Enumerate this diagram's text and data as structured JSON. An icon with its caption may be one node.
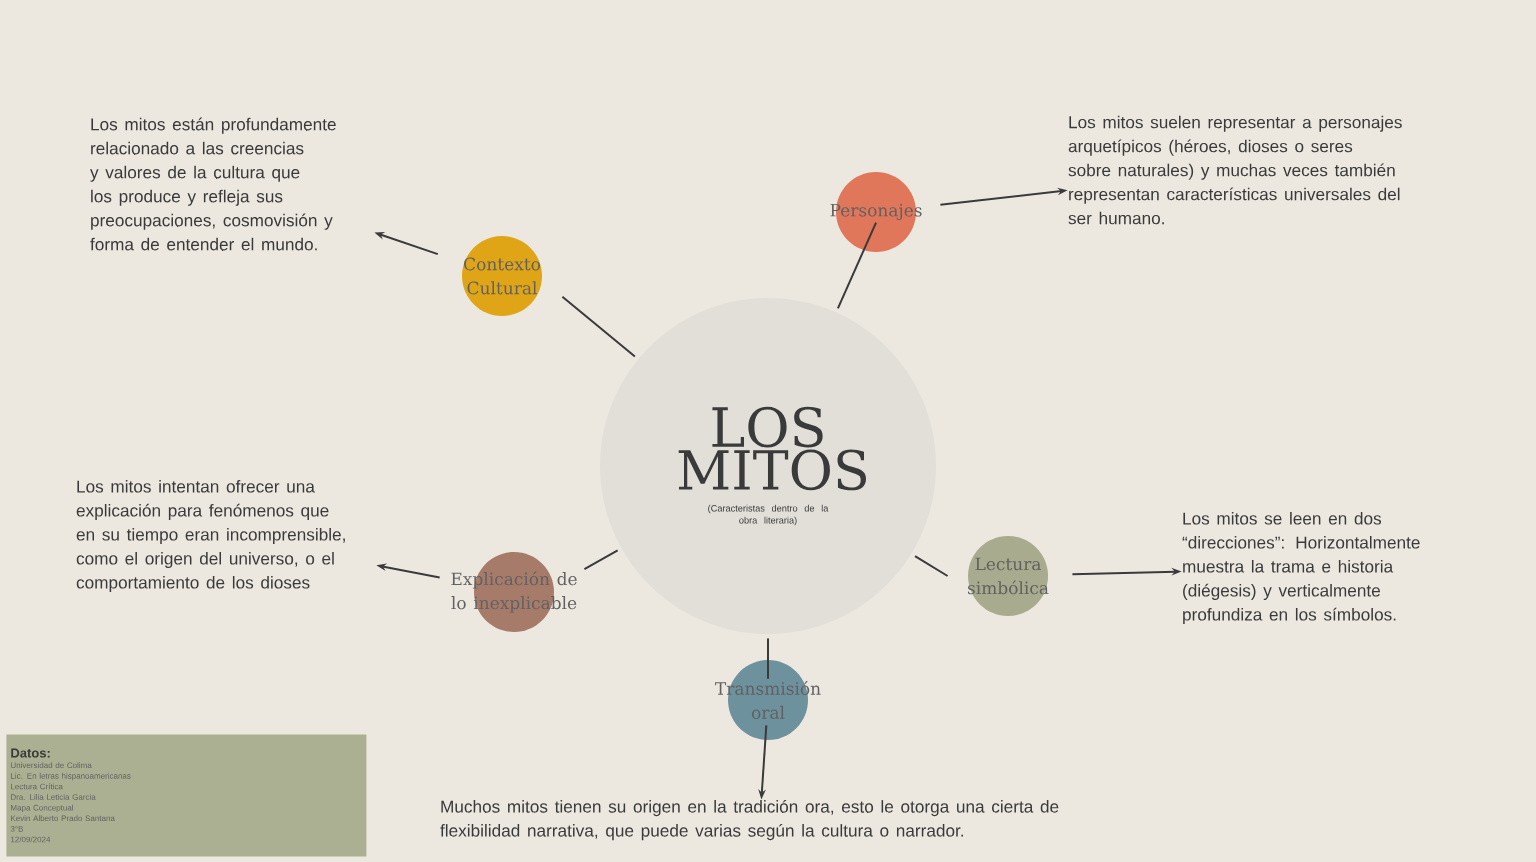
{
  "diagram": {
    "nodes": [
      {
        "text": [
          "LOS MITOS",
          "(Caracteristas dentro de la obra literaria)"
        ]
      },
      {
        "text": [
          "Contexto Cultural"
        ]
      },
      {
        "text": [
          "Personajes"
        ]
      },
      {
        "text": [
          "Explicación de lo inexplicable"
        ]
      },
      {
        "text": [
          "Lectura simbólica"
        ]
      },
      {
        "text": [
          "Transmisión oral"
        ]
      },
      {
        "text": [
          "Los mitos están profundamente relacionado a las creencias y valores de la cultura que los produce y refleja sus preocupaciones, cosmovisión y forma de entender el mundo."
        ]
      },
      {
        "text": [
          "Los mitos suelen representar a personajes arquetípicos (héroes, dioses o seres sobre naturales) y muchas veces también representan características universales del ser humano."
        ]
      },
      {
        "text": [
          "Los mitos intentan ofrecer una explicación para fenómenos que en su tiempo eran incomprensible, como el origen del universo, o el comportamiento de los dioses"
        ]
      },
      {
        "text": [
          "Los mitos se leen en dos “direcciones”: Horizontalmente muestra la trama e historia (diégesis) y verticalmente profundiza en los símbolos."
        ]
      },
      {
        "text": [
          "Muchos mitos tienen su origen en la tradición ora, esto le otorga una cierta de flexibilidad narrativa, que puede varias según la cultura o narrador."
        ]
      },
      {
        "text": [
          "Datos:",
          "Universidad de Colima",
          "Lic. En letras hispanoamericanas",
          "Lectura Crítica",
          "Dra. Lilia Leticia Garcia",
          "Mapa Conceptual",
          "Kevin Alberto Prado Santana",
          "3°B",
          "12/09/2024"
        ]
      }
    ],
    "edges": [
      {
        "from": 0,
        "to": 1,
        "arrow": "none"
      },
      {
        "from": 0,
        "to": 2,
        "arrow": "none"
      },
      {
        "from": 0,
        "to": 3,
        "arrow": "none"
      },
      {
        "from": 0,
        "to": 4,
        "arrow": "none"
      },
      {
        "from": 0,
        "to": 5,
        "arrow": "none"
      },
      {
        "from": 1,
        "to": 6,
        "arrow": "to"
      },
      {
        "from": 2,
        "to": 7,
        "arrow": "to"
      },
      {
        "from": 3,
        "to": 8,
        "arrow": "to"
      },
      {
        "from": 4,
        "to": 9,
        "arrow": "to"
      },
      {
        "from": 5,
        "to": 10,
        "arrow": "to"
      }
    ]
  }
}
